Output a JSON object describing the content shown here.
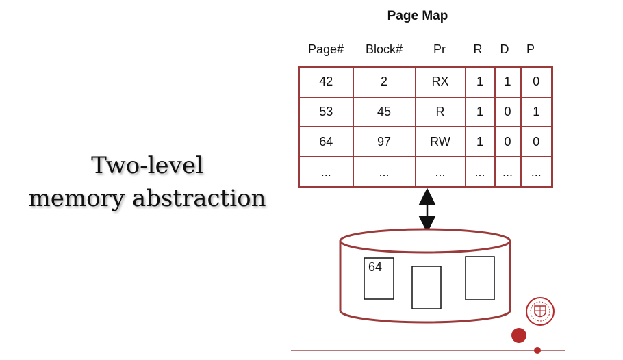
{
  "heading": {
    "line1": "Two-level",
    "line2": "memory abstraction"
  },
  "page_map": {
    "title": "Page Map",
    "columns": [
      "Page#",
      "Block#",
      "Pr",
      "R",
      "D",
      "P"
    ],
    "rows": [
      [
        "42",
        "2",
        "RX",
        "1",
        "1",
        "0"
      ],
      [
        "53",
        "45",
        "R",
        "1",
        "0",
        "1"
      ],
      [
        "64",
        "97",
        "RW",
        "1",
        "0",
        "0"
      ],
      [
        "...",
        "...",
        "...",
        "...",
        "...",
        "..."
      ]
    ]
  },
  "disk": {
    "block_label": "64"
  },
  "colors": {
    "table_border": "#9b3a3a",
    "accent_red": "#b52a2a",
    "rule": "#8a2a2a"
  },
  "logo": {
    "icon": "university-seal-icon"
  }
}
